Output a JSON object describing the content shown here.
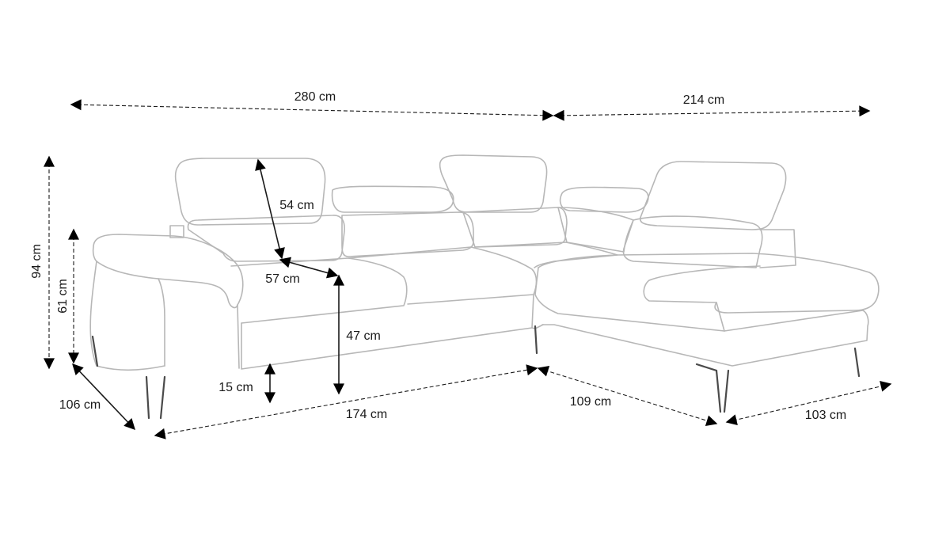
{
  "diagram": {
    "colors": {
      "outline": "#b7b7b7",
      "dimension": "#1a1a1a",
      "legs": "#4a4a4a"
    },
    "dimensions": {
      "total_width": "280 cm",
      "chaise_width": "214 cm",
      "headrest_height": "54 cm",
      "seat_depth": "57 cm",
      "seat_height": "47 cm",
      "total_height": "94 cm",
      "height_without_headrest": "61 cm",
      "leg_height": "15 cm",
      "depth": "106 cm",
      "front_length": "174 cm",
      "corner_length": "109 cm",
      "chaise_depth": "103 cm"
    }
  }
}
